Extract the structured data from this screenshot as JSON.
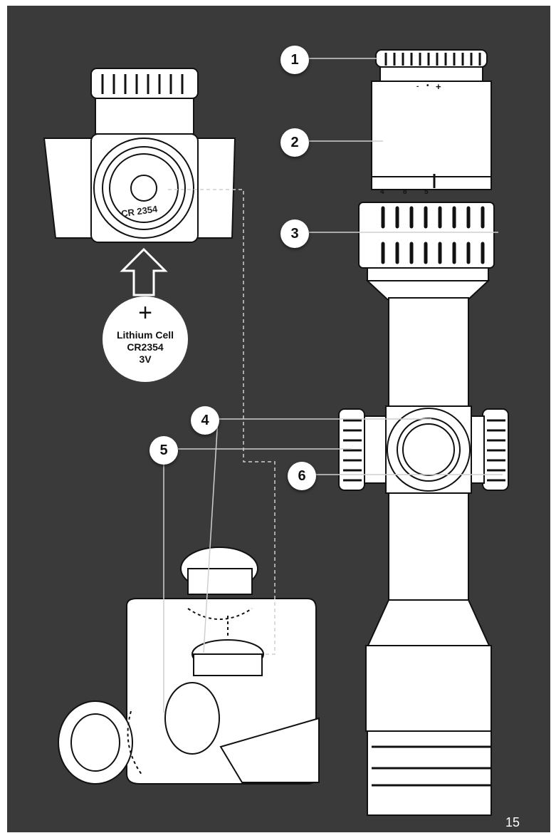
{
  "callouts": [
    {
      "label": "1"
    },
    {
      "label": "2"
    },
    {
      "label": "3"
    },
    {
      "label": "4"
    },
    {
      "label": "5"
    },
    {
      "label": "6"
    }
  ],
  "battery": {
    "symbol": "+",
    "line1": "Lithium Cell",
    "line2": "CR2354",
    "line3": "3V"
  },
  "cap_marking": "CR 2354",
  "eyepiece_marks": {
    "minus": "-",
    "dot": "•",
    "plus": "+"
  },
  "zoom_marks": [
    "4",
    "8",
    "5"
  ],
  "page_number": "15",
  "colors": {
    "background": "#3a3a3a",
    "line_art": "#ffffff",
    "callout_fill": "#ffffff"
  }
}
